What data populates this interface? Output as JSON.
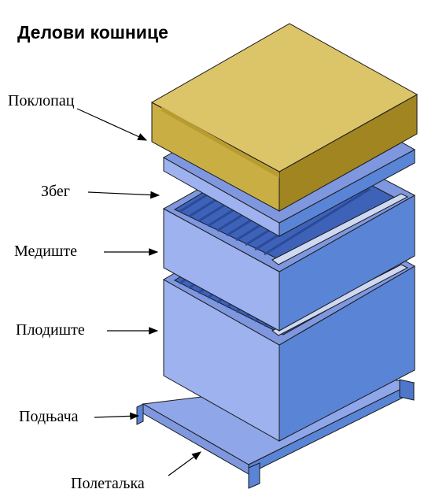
{
  "title": "Делови кошнице",
  "labels": {
    "cover": "Поклопац",
    "escape": "Збег",
    "honey_super": "Медиште",
    "brood_box": "Плодиште",
    "bottom_board": "Подњача",
    "landing_board": "Полетаљка"
  },
  "colors": {
    "box_front": "#9DB2EE",
    "box_side": "#5A84D6",
    "box_dark": "#3D62B8",
    "cover_top": "#DCC469",
    "cover_front": "#C9AE44",
    "cover_side": "#A08520",
    "outline": "#1A1A1A"
  }
}
